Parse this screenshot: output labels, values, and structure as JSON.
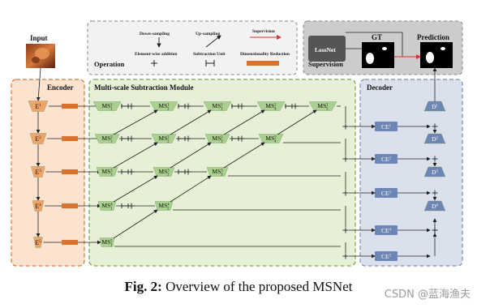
{
  "labels": {
    "input": "Input",
    "encoder": "Encoder",
    "msm": "Multi-scale Subtraction Module",
    "decoder": "Decoder",
    "operation": "Operation",
    "supervision": "Supervision",
    "gt": "GT",
    "prediction": "Prediction",
    "lossnet": "LossNet"
  },
  "legend": {
    "downsampling": "Down-sampling",
    "upsampling": "Up-sampling",
    "supervision": "Supervision",
    "elementwise": "Element-wise addition",
    "subtraction": "Subtraction Unit",
    "dimred": "Dimensionality Reduction"
  },
  "encoder_blocks": [
    {
      "name": "E",
      "sup": "1"
    },
    {
      "name": "E",
      "sup": "2"
    },
    {
      "name": "E",
      "sup": "3"
    },
    {
      "name": "E",
      "sup": "4"
    },
    {
      "name": "E",
      "sup": "5"
    }
  ],
  "ms_rows": [
    [
      "MS_1^1",
      "MS_2^1",
      "MS_3^1",
      "MS_4^1",
      "MS_5^1"
    ],
    [
      "MS_1^2",
      "MS_2^2",
      "MS_3^2",
      "MS_4^2"
    ],
    [
      "MS_1^3",
      "MS_2^3",
      "MS_3^3"
    ],
    [
      "MS_1^4",
      "MS_2^4"
    ],
    [
      "MS_1^5"
    ]
  ],
  "ce_blocks": [
    "CE^1",
    "CE^2",
    "CE^3",
    "CE^4",
    "CE^5"
  ],
  "decoder_blocks": [
    "D^1",
    "D^2",
    "D^3",
    "D^4"
  ],
  "caption": {
    "prefix": "Fig. 2:",
    "text": " Overview of the proposed MSNet"
  },
  "watermark": "CSDN @蓝海渔夫",
  "colors": {
    "encoder_bg": "#fbe3cf",
    "encoder_border": "#e07a3a",
    "encoder_block": "#f0a468",
    "dimred": "#d9722e",
    "msm_bg": "#e5f0d6",
    "msm_border": "#7aa85a",
    "ms_block": "#a9d08e",
    "decoder_bg": "#dbe1ec",
    "decoder_border": "#8294b4",
    "decoder_block": "#6e86b5",
    "legend_bg": "#f2f2f2",
    "supervision_bg": "#cccccc",
    "supervision_arrow": "#e03030"
  }
}
